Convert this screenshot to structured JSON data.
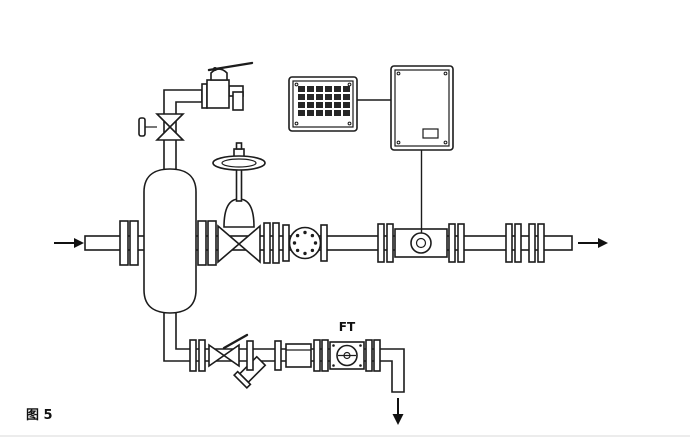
{
  "figure": {
    "caption": "图 5",
    "labels": {
      "flow_transmitter": "FT"
    },
    "colors": {
      "line": "#1c1c1c",
      "background": "#ffffff",
      "key_fill": "#262626",
      "arrow": "#111111"
    },
    "components": [
      "flow-arrow-in",
      "inlet-flange-pair",
      "separator-vessel",
      "vent-isolation-valve",
      "safety-relief-valve",
      "globe-control-valve",
      "sight-glass-flanged-unit",
      "flow-meter",
      "keypad-display-unit",
      "control-enclosure",
      "signal-cable",
      "bypass-ball-valve",
      "y-strainer",
      "inline-fitting",
      "flow-transmitter",
      "flow-arrow-out",
      "drain-arrow-down"
    ]
  }
}
